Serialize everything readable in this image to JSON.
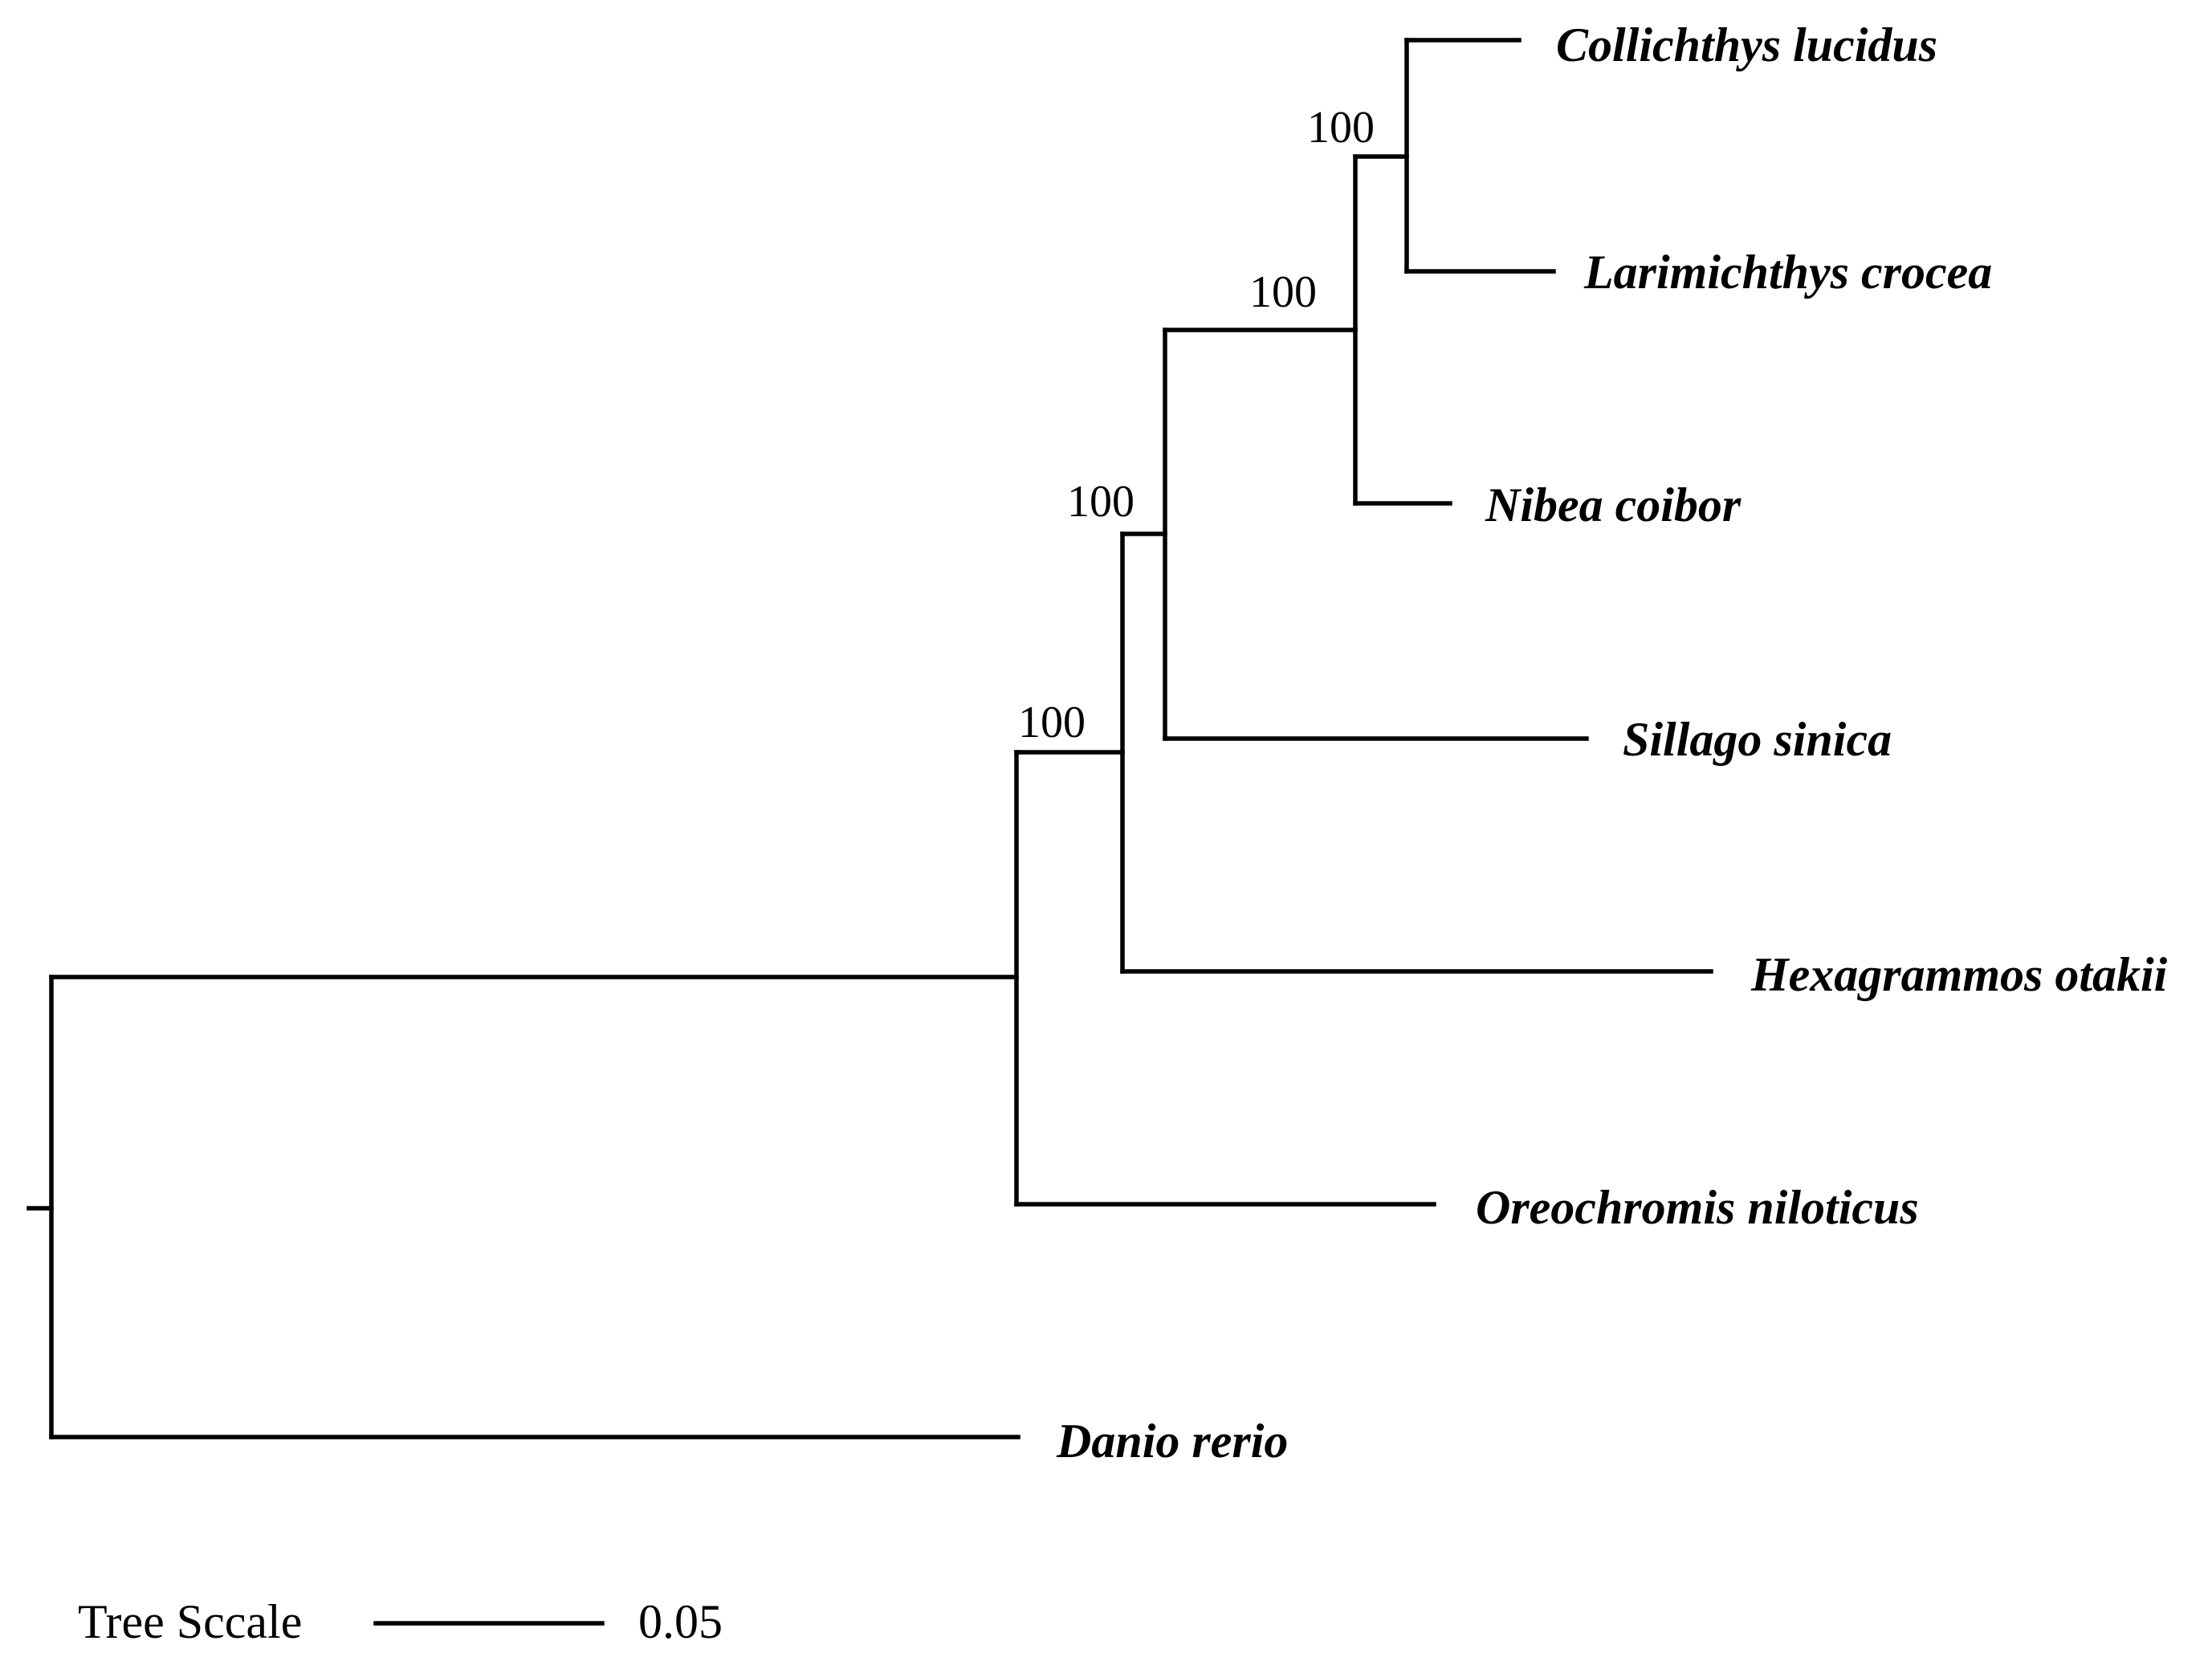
{
  "tree": {
    "taxa": [
      "Collichthys lucidus",
      "Larimichthys crocea",
      "Nibea coibor",
      "Sillago sinica",
      "Hexagrammos otakii",
      "Oreochromis niloticus",
      "Danio rerio"
    ],
    "support_values": [
      "100",
      "100",
      "100",
      "100"
    ],
    "newick": "((((((Collichthys lucidus,Larimichthys crocea)100,Nibea coibor)100,Sillago sinica)100,Hexagrammos otakii)100,Oreochromis niloticus),Danio rerio);"
  },
  "scale_bar": {
    "label": "Tree Sccale",
    "value": "0.05"
  }
}
